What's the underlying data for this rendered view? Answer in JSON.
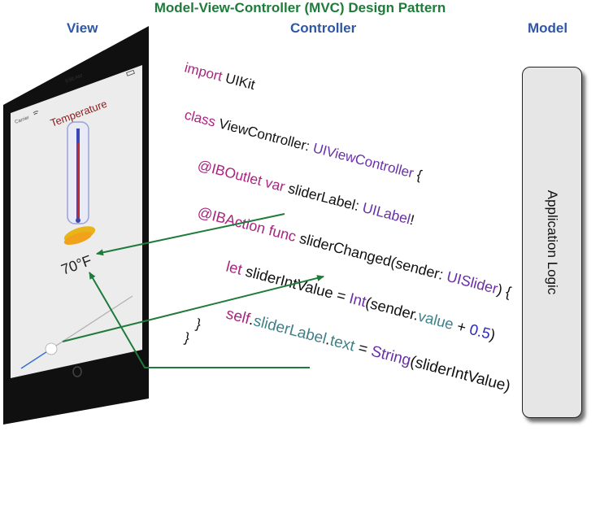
{
  "title": "Model-View-Controller (MVC) Design Pattern",
  "columns": {
    "view": "View",
    "controller": "Controller",
    "model": "Model"
  },
  "device": {
    "time": "9:50 AM",
    "carrier": "Carrier",
    "app_title": "Temperature",
    "temperature_value": "70°F",
    "slider_level": 0.27
  },
  "code_lines": [
    [
      {
        "t": "import",
        "c": "keyword"
      },
      {
        "t": " UIKit",
        "c": "plain"
      }
    ],
    [
      {
        "t": "class",
        "c": "keyword"
      },
      {
        "t": " ViewController: ",
        "c": "plain"
      },
      {
        "t": "UIViewController",
        "c": "type"
      },
      {
        "t": " {",
        "c": "plain"
      }
    ],
    [
      {
        "t": "@IBOutlet",
        "c": "keyword"
      },
      {
        "t": " ",
        "c": "plain"
      },
      {
        "t": "var",
        "c": "keyword"
      },
      {
        "t": " sliderLabel: ",
        "c": "plain"
      },
      {
        "t": "UILabel",
        "c": "type"
      },
      {
        "t": "!",
        "c": "plain"
      }
    ],
    [
      {
        "t": "@IBAction",
        "c": "keyword"
      },
      {
        "t": " ",
        "c": "plain"
      },
      {
        "t": "func",
        "c": "keyword"
      },
      {
        "t": " sliderChanged(sender: ",
        "c": "plain"
      },
      {
        "t": "UISlider",
        "c": "type"
      },
      {
        "t": ") {",
        "c": "plain"
      }
    ],
    [
      {
        "t": "let",
        "c": "keyword"
      },
      {
        "t": " sliderIntValue = ",
        "c": "plain"
      },
      {
        "t": "Int",
        "c": "type"
      },
      {
        "t": "(sender.",
        "c": "plain"
      },
      {
        "t": "value",
        "c": "property"
      },
      {
        "t": " + ",
        "c": "plain"
      },
      {
        "t": "0.5",
        "c": "number"
      },
      {
        "t": ")",
        "c": "plain"
      }
    ],
    [
      {
        "t": "self",
        "c": "keyword"
      },
      {
        "t": ".",
        "c": "plain"
      },
      {
        "t": "sliderLabel",
        "c": "property"
      },
      {
        "t": ".",
        "c": "plain"
      },
      {
        "t": "text",
        "c": "property"
      },
      {
        "t": " = ",
        "c": "plain"
      },
      {
        "t": "String",
        "c": "type"
      },
      {
        "t": "(sliderIntValue)",
        "c": "plain"
      }
    ],
    [
      {
        "t": "}",
        "c": "plain"
      }
    ],
    [
      {
        "t": "}",
        "c": "plain"
      }
    ]
  ],
  "model_box": {
    "label": "Application Logic"
  },
  "colors": {
    "title": "#1e7b3a",
    "column_labels": "#2f57a5",
    "arrows": "#1e7b3a",
    "keyword": "#a8257f",
    "type": "#6a2fa8",
    "property": "#3f7f88",
    "number": "#2a2ab8",
    "plain": "#111111",
    "temperature_title": "#8b1a1a"
  },
  "icons": [
    "wifi-icon",
    "battery-icon",
    "thermometer-icon",
    "slider-thumb-icon",
    "home-button-icon"
  ]
}
